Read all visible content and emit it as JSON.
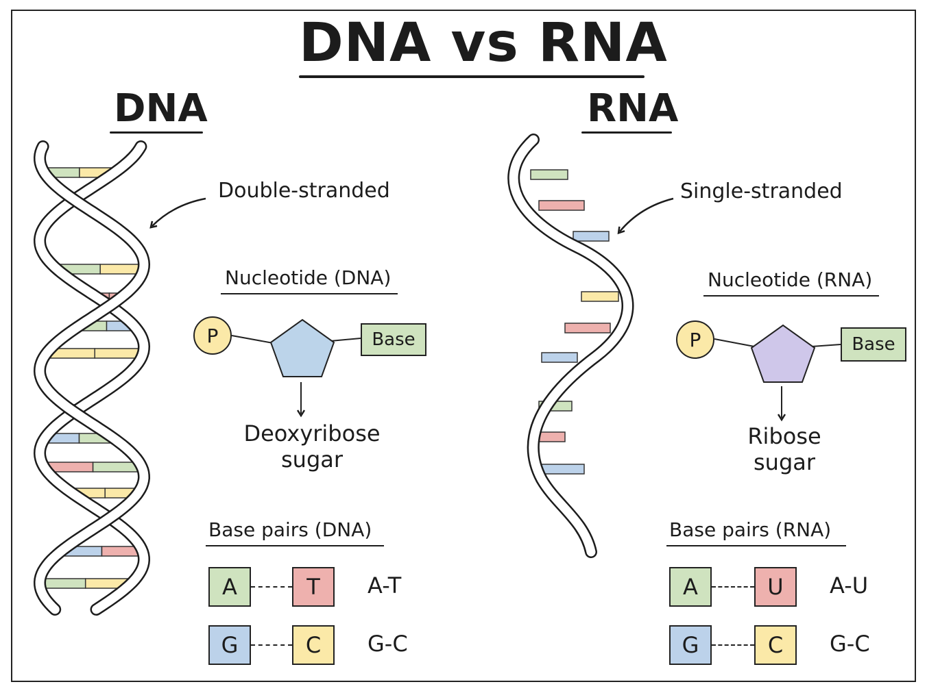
{
  "title": "DNA vs RNA",
  "colors": {
    "green": "#cfe3bf",
    "red": "#eeb1ae",
    "blue": "#bcd2ea",
    "yellow": "#fbe9a8",
    "sugar_dna": "#bcd4ea",
    "sugar_rna": "#cfc7ea"
  },
  "dna": {
    "title": "DNA",
    "strand_label": "Double-stranded",
    "nucleotide": {
      "heading": "Nucleotide (DNA)",
      "phosphate": "P",
      "base": "Base",
      "sugar_line1": "Deoxyribose",
      "sugar_line2": "sugar"
    },
    "pairs": {
      "heading": "Base pairs (DNA)",
      "rows": [
        {
          "left": "A",
          "right": "T",
          "text": "A-T"
        },
        {
          "left": "G",
          "right": "C",
          "text": "G-C"
        }
      ]
    }
  },
  "rna": {
    "title": "RNA",
    "strand_label": "Single-stranded",
    "nucleotide": {
      "heading": "Nucleotide (RNA)",
      "phosphate": "P",
      "base": "Base",
      "sugar_line1": "Ribose",
      "sugar_line2": "sugar"
    },
    "pairs": {
      "heading": "Base pairs (RNA)",
      "rows": [
        {
          "left": "A",
          "right": "U",
          "text": "A-U"
        },
        {
          "left": "G",
          "right": "C",
          "text": "G-C"
        }
      ]
    }
  }
}
